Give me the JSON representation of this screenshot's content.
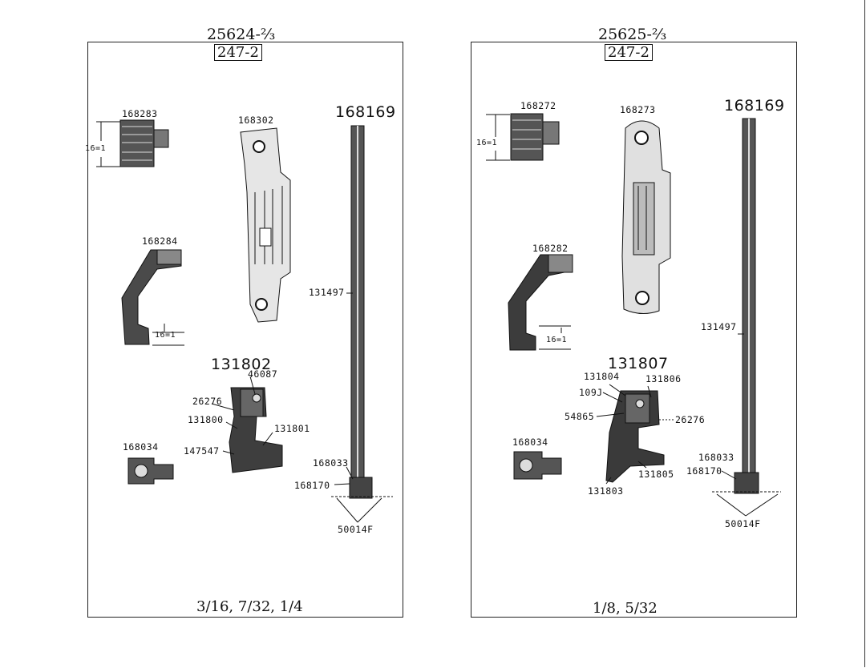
{
  "left": {
    "model": "25624-⅔",
    "code": "247-2",
    "rod_number": "168169",
    "assembly_number": "131802",
    "footer": "3/16, 7/32, 1/4",
    "labels": {
      "feed_dog": "168283",
      "gauge_feed": "16=1",
      "throat_plate": "168302",
      "rod_mid": "131497",
      "looper": "168284",
      "gauge_looper": "16=1",
      "screw_a": "46087",
      "screw_b": "26276",
      "part_a": "131800",
      "part_b": "131801",
      "part_c": "147547",
      "clamp": "168034",
      "set_a": "168033",
      "set_b": "168170",
      "screws": "50014F"
    }
  },
  "right": {
    "model": "25625-⅔",
    "code": "247-2",
    "rod_number": "168169",
    "assembly_number": "131807",
    "footer": "1/8, 5/32",
    "labels": {
      "feed_dog": "168272",
      "gauge_feed": "16=1",
      "throat_plate": "168273",
      "looper": "168282",
      "gauge_looper": "16=1",
      "rod_mid": "131497",
      "part_a": "131804",
      "part_b": "131806",
      "screw_a": "109J",
      "screw_b": "54865",
      "screw_c": "26276",
      "clamp": "168034",
      "part_c": "131805",
      "part_d": "131803",
      "set_a": "168033",
      "set_b": "168170",
      "screws": "50014F"
    }
  }
}
